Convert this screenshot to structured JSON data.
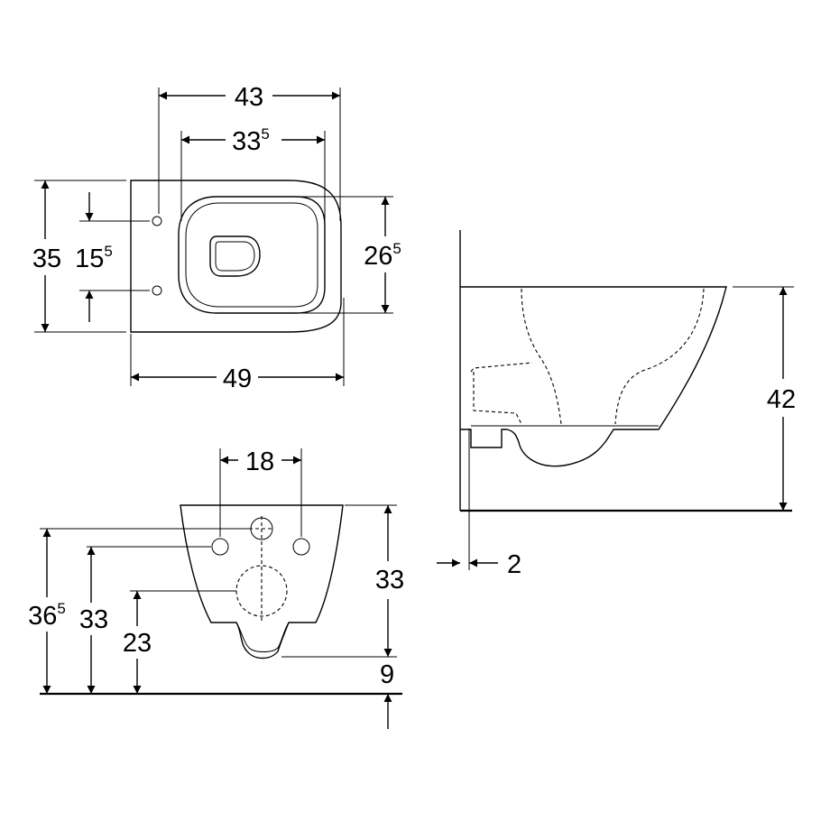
{
  "dimensions": {
    "top_outer_width": {
      "main": "43",
      "sup": ""
    },
    "top_inner_width": {
      "main": "33",
      "sup": "5"
    },
    "overall_length": {
      "main": "49",
      "sup": ""
    },
    "width_left": {
      "main": "35",
      "sup": ""
    },
    "mount_hole_spacing": {
      "main": "15",
      "sup": "5"
    },
    "seat_hole_depth": {
      "main": "26",
      "sup": "5"
    },
    "bolt_spacing": {
      "main": "18",
      "sup": ""
    },
    "front_height": {
      "main": "33",
      "sup": ""
    },
    "bottom_gap": {
      "main": "9",
      "sup": ""
    },
    "height_bolts_upper": {
      "main": "36",
      "sup": "5"
    },
    "height_bolts_lower": {
      "main": "33",
      "sup": ""
    },
    "height_outlet": {
      "main": "23",
      "sup": ""
    },
    "side_height": {
      "main": "42",
      "sup": ""
    },
    "wall_gap": {
      "main": "2",
      "sup": ""
    }
  }
}
